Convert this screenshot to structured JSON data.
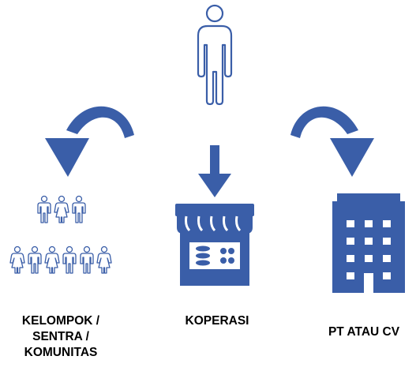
{
  "colors": {
    "accent": "#3a5ea8",
    "person": "#3a5ea8",
    "background": "#ffffff"
  },
  "icons": {
    "person": "person-icon",
    "left_arrow": "curved-arrow-left-icon",
    "center_arrow": "down-arrow-icon",
    "right_arrow": "curved-arrow-right-icon",
    "group": "people-group-icon",
    "store": "store-icon",
    "building": "building-icon"
  },
  "labels": {
    "group": [
      "KELOMPOK /",
      "SENTRA /",
      "KOMUNITAS"
    ],
    "koperasi": "KOPERASI",
    "pt": "PT ATAU CV"
  }
}
